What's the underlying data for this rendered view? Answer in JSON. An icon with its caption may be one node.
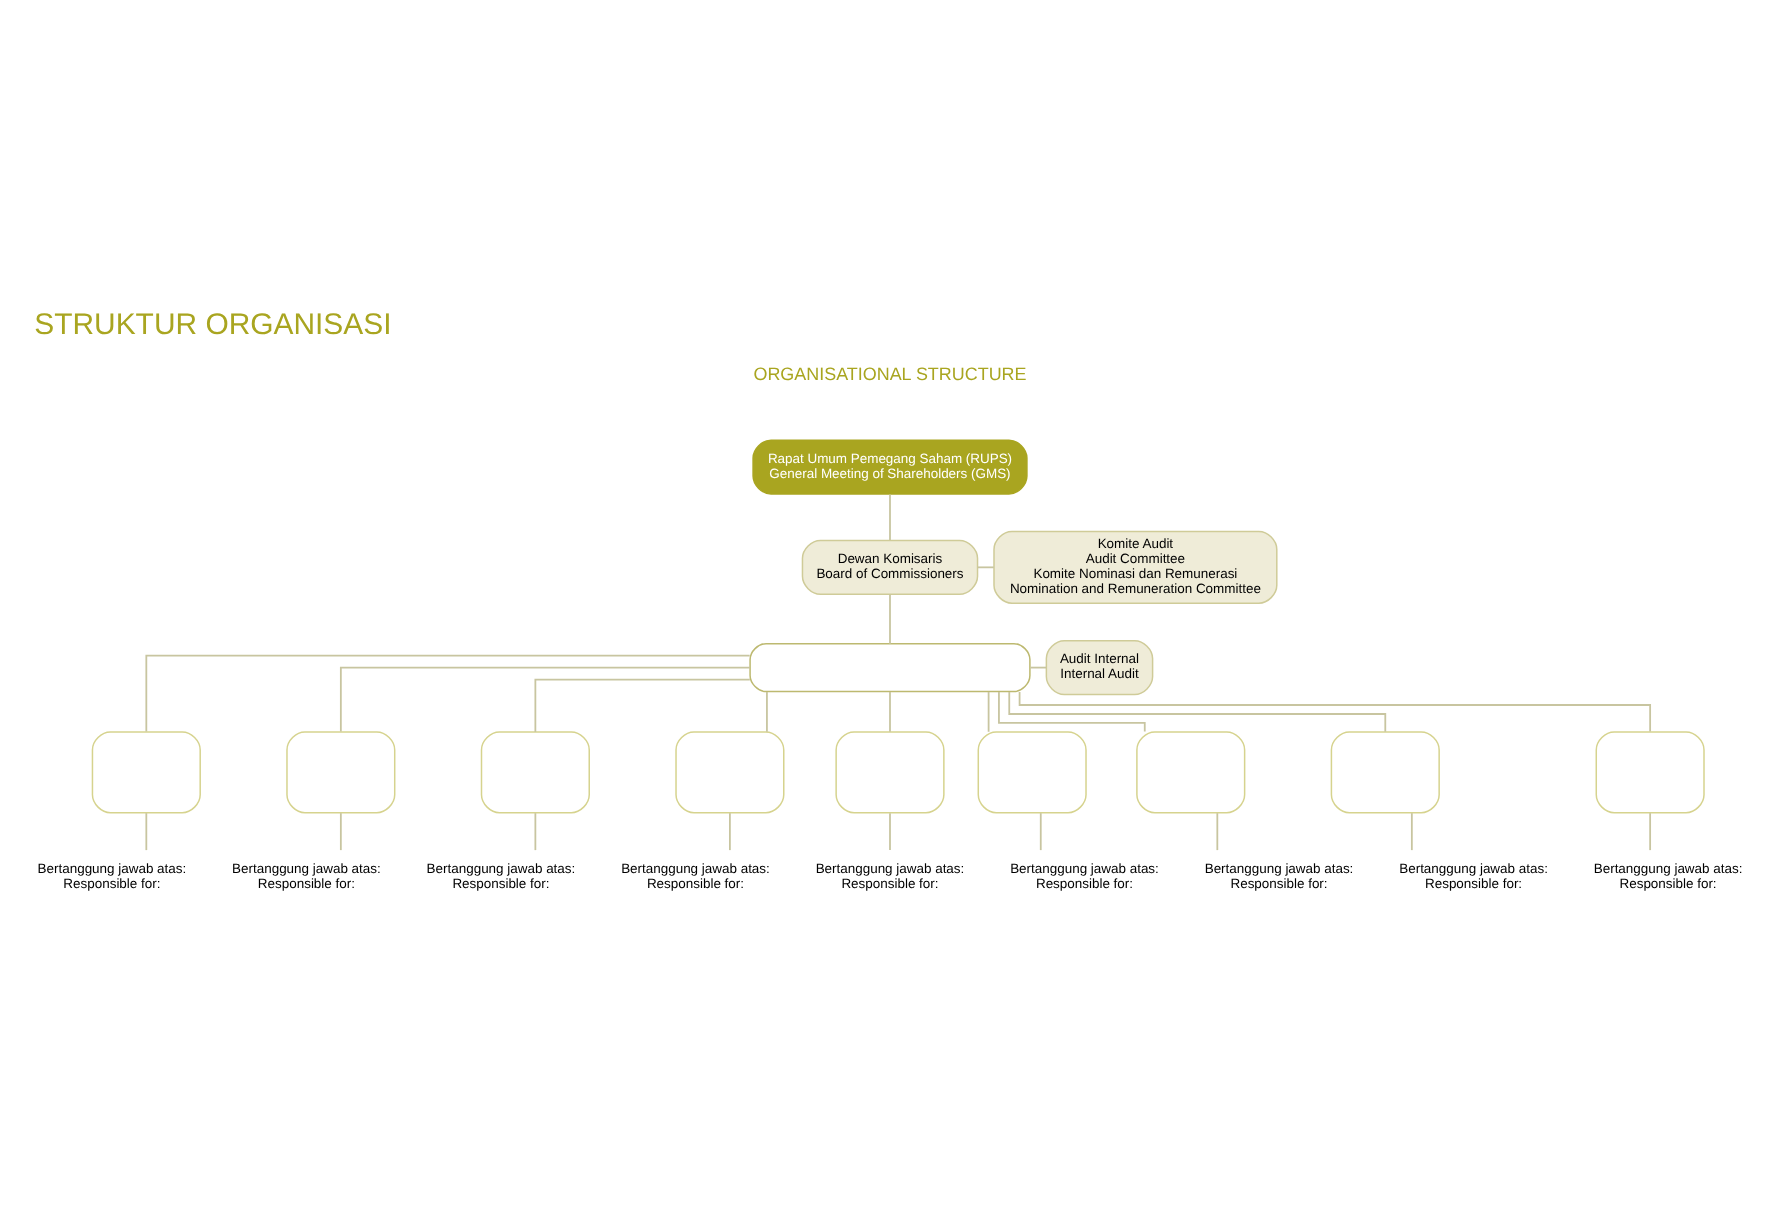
{
  "diagram": {
    "title": "STRUKTUR ORGANISASI",
    "nodes": [
      {
        "text": [
          "Rapat Umum Pemegang Saham (RUPS)",
          "General Meeting of Shareholders (GMS)"
        ]
      },
      {
        "text": [
          "Dewan Komisaris",
          "Board of Commissioners"
        ]
      },
      {
        "text": [
          "Komite Audit",
          "Audit Committee",
          "Komite Nominasi dan Remunerasi",
          "Nomination and Remuneration Committee"
        ]
      },
      {
        "text": [],
        "shape": "box"
      },
      {
        "text": [
          "Audit Internal",
          "Internal Audit"
        ]
      },
      {
        "text": [],
        "shape": "box"
      },
      {
        "text": [],
        "shape": "box"
      },
      {
        "text": [],
        "shape": "box"
      },
      {
        "text": [],
        "shape": "box"
      },
      {
        "text": [],
        "shape": "box"
      },
      {
        "text": [],
        "shape": "box"
      },
      {
        "text": [],
        "shape": "box"
      },
      {
        "text": [],
        "shape": "box"
      },
      {
        "text": [],
        "shape": "box"
      },
      {
        "text": [
          "Bertanggung jawab atas:",
          "Responsible for:"
        ]
      },
      {
        "text": [
          "Bertanggung jawab atas:",
          "Responsible for:"
        ]
      },
      {
        "text": [
          "Bertanggung jawab atas:",
          "Responsible for:"
        ]
      },
      {
        "text": [
          "Bertanggung jawab atas:",
          "Responsible for:"
        ]
      },
      {
        "text": [
          "Bertanggung jawab atas:",
          "Responsible for:"
        ]
      },
      {
        "text": [
          "Bertanggung jawab atas:",
          "Responsible for:"
        ]
      },
      {
        "text": [
          "Bertanggung jawab atas:",
          "Responsible for:"
        ]
      },
      {
        "text": [
          "Bertanggung jawab atas:",
          "Responsible for:"
        ]
      },
      {
        "text": [
          "Bertanggung jawab atas:",
          "Responsible for:"
        ]
      }
    ],
    "edges": [
      {
        "from": 0,
        "to": 1,
        "arrow": "none"
      },
      {
        "from": 1,
        "to": 2,
        "arrow": "none"
      },
      {
        "from": 1,
        "to": 3,
        "arrow": "none"
      },
      {
        "from": 3,
        "to": 4,
        "arrow": "none"
      },
      {
        "from": 3,
        "to": 5,
        "arrow": "none"
      },
      {
        "from": 3,
        "to": 6,
        "arrow": "none"
      },
      {
        "from": 3,
        "to": 7,
        "arrow": "none"
      },
      {
        "from": 3,
        "to": 8,
        "arrow": "none"
      },
      {
        "from": 3,
        "to": 9,
        "arrow": "none"
      },
      {
        "from": 3,
        "to": 10,
        "arrow": "none"
      },
      {
        "from": 3,
        "to": 11,
        "arrow": "none"
      },
      {
        "from": 3,
        "to": 12,
        "arrow": "none"
      },
      {
        "from": 3,
        "to": 13,
        "arrow": "none"
      },
      {
        "from": 5,
        "to": 14,
        "arrow": "none"
      },
      {
        "from": 6,
        "to": 15,
        "arrow": "none"
      },
      {
        "from": 7,
        "to": 16,
        "arrow": "none"
      },
      {
        "from": 8,
        "to": 17,
        "arrow": "none"
      },
      {
        "from": 9,
        "to": 18,
        "arrow": "none"
      },
      {
        "from": 10,
        "to": 19,
        "arrow": "none"
      },
      {
        "from": 11,
        "to": 20,
        "arrow": "none"
      },
      {
        "from": 12,
        "to": 21,
        "arrow": "none"
      },
      {
        "from": 13,
        "to": 22,
        "arrow": "none"
      }
    ],
    "labels": [
      "ORGANISATIONAL STRUCTURE"
    ]
  }
}
